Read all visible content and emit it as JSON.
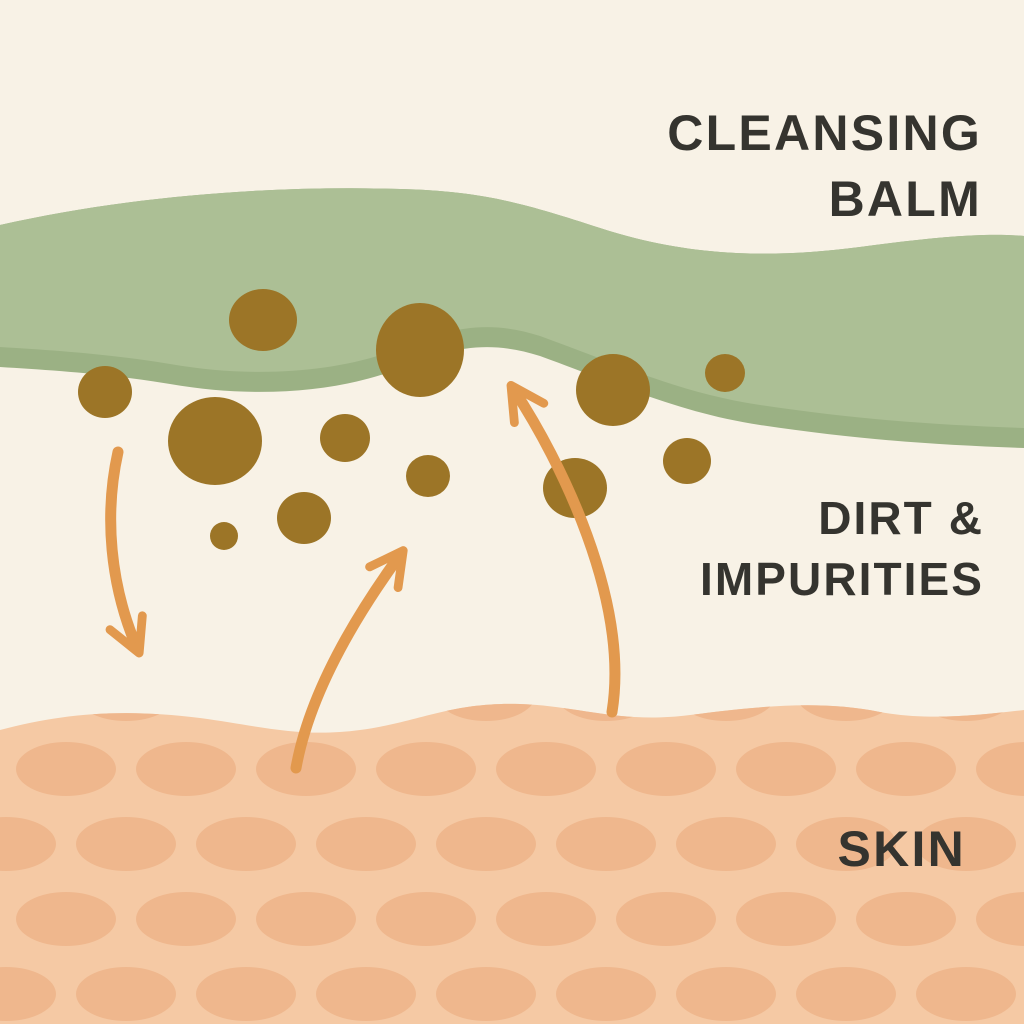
{
  "title": "Cleansing balm skincare infographic",
  "labels": {
    "balm": {
      "line1": "CLEANSING",
      "line2": "BALM"
    },
    "dirt": {
      "line1": "DIRT &",
      "line2": "IMPURITIES"
    },
    "skin": {
      "text": "SKIN"
    }
  },
  "colors": {
    "background": "#F8F2E6",
    "balm_green": "#ACBF95",
    "balm_green_dark": "#9BB184",
    "dirt_brown": "#9C7527",
    "skin_base": "#F5C9A4",
    "skin_cell": "#EFB78D",
    "arrow_orange": "#E2994E",
    "text": "#35342F"
  }
}
